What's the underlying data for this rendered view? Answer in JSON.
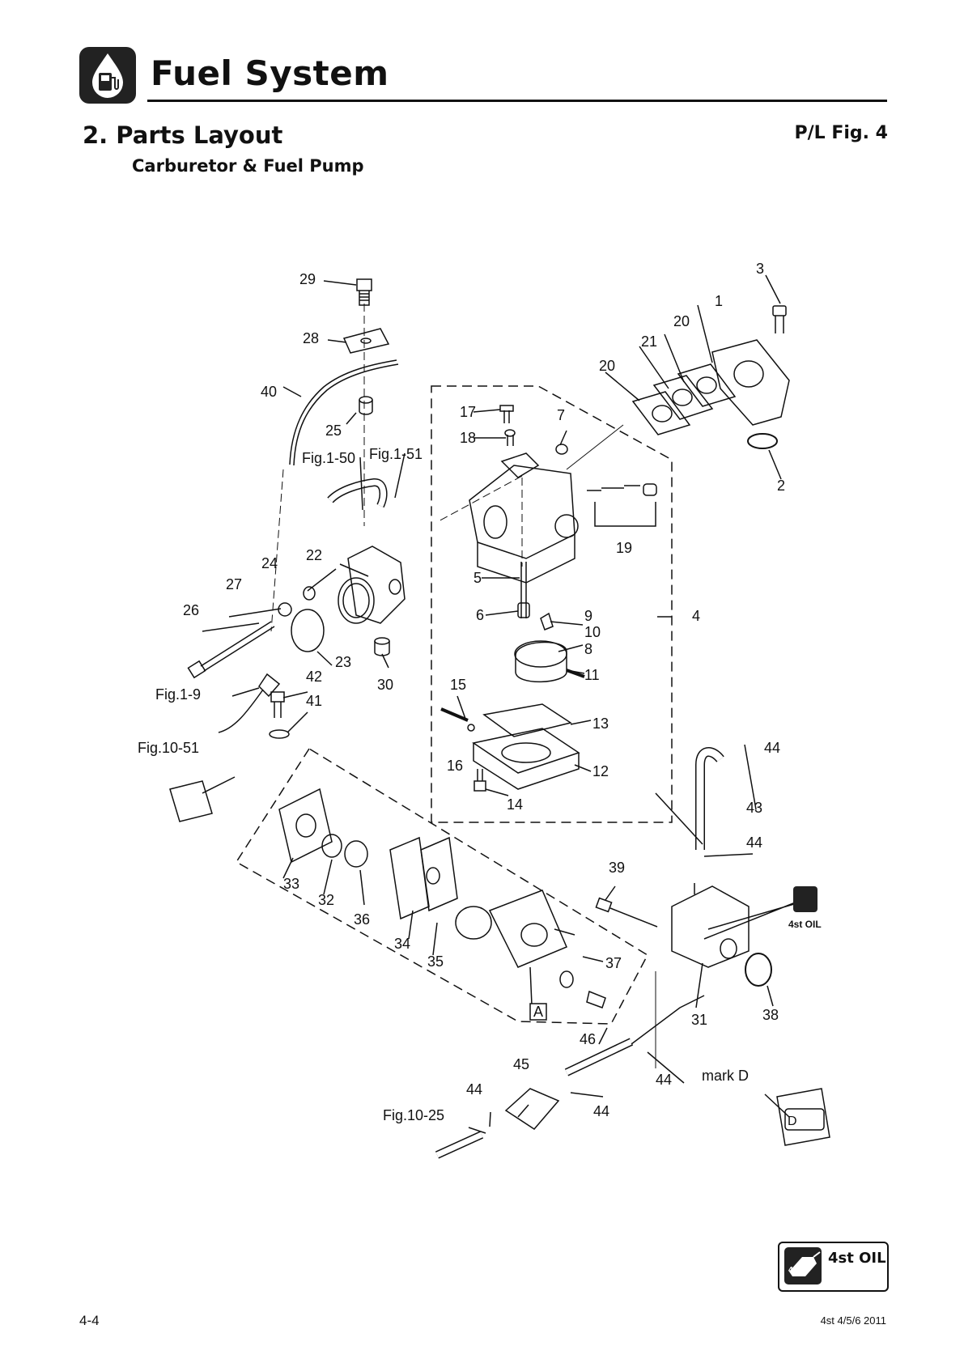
{
  "header": {
    "title": "Fuel System",
    "icon": "fuel-pump-icon"
  },
  "section": {
    "title": "2. Parts Layout",
    "subtitle": "Carburetor & Fuel Pump",
    "figure_ref": "P/L Fig. 4"
  },
  "labels": {
    "l1": "1",
    "l2": "2",
    "l3": "3",
    "l4": "4",
    "l5": "5",
    "l6": "6",
    "l7": "7",
    "l8": "8",
    "l9": "9",
    "l10": "10",
    "l11": "11",
    "l12": "12",
    "l13": "13",
    "l14": "14",
    "l15": "15",
    "l16": "16",
    "l17": "17",
    "l18": "18",
    "l19": "19",
    "l20a": "20",
    "l20b": "20",
    "l21": "21",
    "l22": "22",
    "l23": "23",
    "l24": "24",
    "l25": "25",
    "l26": "26",
    "l27": "27",
    "l28": "28",
    "l29": "29",
    "l30": "30",
    "l31": "31",
    "l32": "32",
    "l33": "33",
    "l34": "34",
    "l35": "35",
    "l36": "36",
    "l37": "37",
    "l38": "38",
    "l39": "39",
    "l40": "40",
    "l41": "41",
    "l42": "42",
    "l43": "43",
    "l44a": "44",
    "l44b": "44",
    "l44c": "44",
    "l44d": "44",
    "l44e": "44",
    "l45": "45",
    "l46": "46",
    "fig150": "Fig.1-50",
    "fig151": "Fig.1-51",
    "fig19": "Fig.1-9",
    "fig1051": "Fig.10-51",
    "fig1025": "Fig.10-25",
    "markD": "mark D",
    "boxA": "A",
    "markDLetter": "D",
    "oilSmall": "4st OIL"
  },
  "badge": {
    "text": "4st OIL",
    "small": "4st",
    "icon": "oil-can-icon"
  },
  "footer": {
    "page": "4-4",
    "code": "4st 4/5/6  2011"
  },
  "colors": {
    "ink": "#111111",
    "badge_bg": "#222222"
  }
}
